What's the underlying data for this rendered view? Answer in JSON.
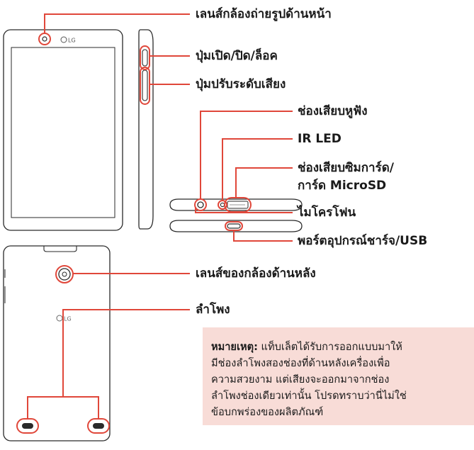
{
  "labels": {
    "front_camera": "เลนส์กล้องถ่ายรูปด้านหน้า",
    "power_lock": "ปุ่มเปิด/ปิด/ล็อค",
    "volume": "ปุ่มปรับระดับเสียง",
    "headset_jack": "ช่องเสียบหูฟัง",
    "ir_led": "IR LED",
    "sim_slot_line1": "ช่องเสียบซิมการ์ด/",
    "sim_slot_line2": "การ์ด MicroSD",
    "microphone": "ไมโครโฟน",
    "charger_port": "พอร์ตอุปกรณ์ชาร์จ/USB",
    "rear_camera": "เลนส์ของกล้องด้านหลัง",
    "speaker": "ลำโพง"
  },
  "device": {
    "brand_front": "LG",
    "brand_back": "LG"
  },
  "note": {
    "title": "หมายเหตุ:",
    "line1": " แท็บเล็ตได้รับการออกแบบมาให้",
    "line2": "มีช่องลำโพงสองช่องที่ด้านหลังเครื่องเพื่อ",
    "line3": "ความสวยงาม แต่เสียงจะออกมาจากช่อง",
    "line4": "ลำโพงช่องเดียวเท่านั้น โปรดทราบว่านี่ไม่ใช่",
    "line5": "ข้อบกพร่องของผลิตภัณฑ์"
  },
  "colors": {
    "callout": "#e0473a",
    "device_outline": "#2a2a2a",
    "note_background": "#f8dcd7"
  }
}
